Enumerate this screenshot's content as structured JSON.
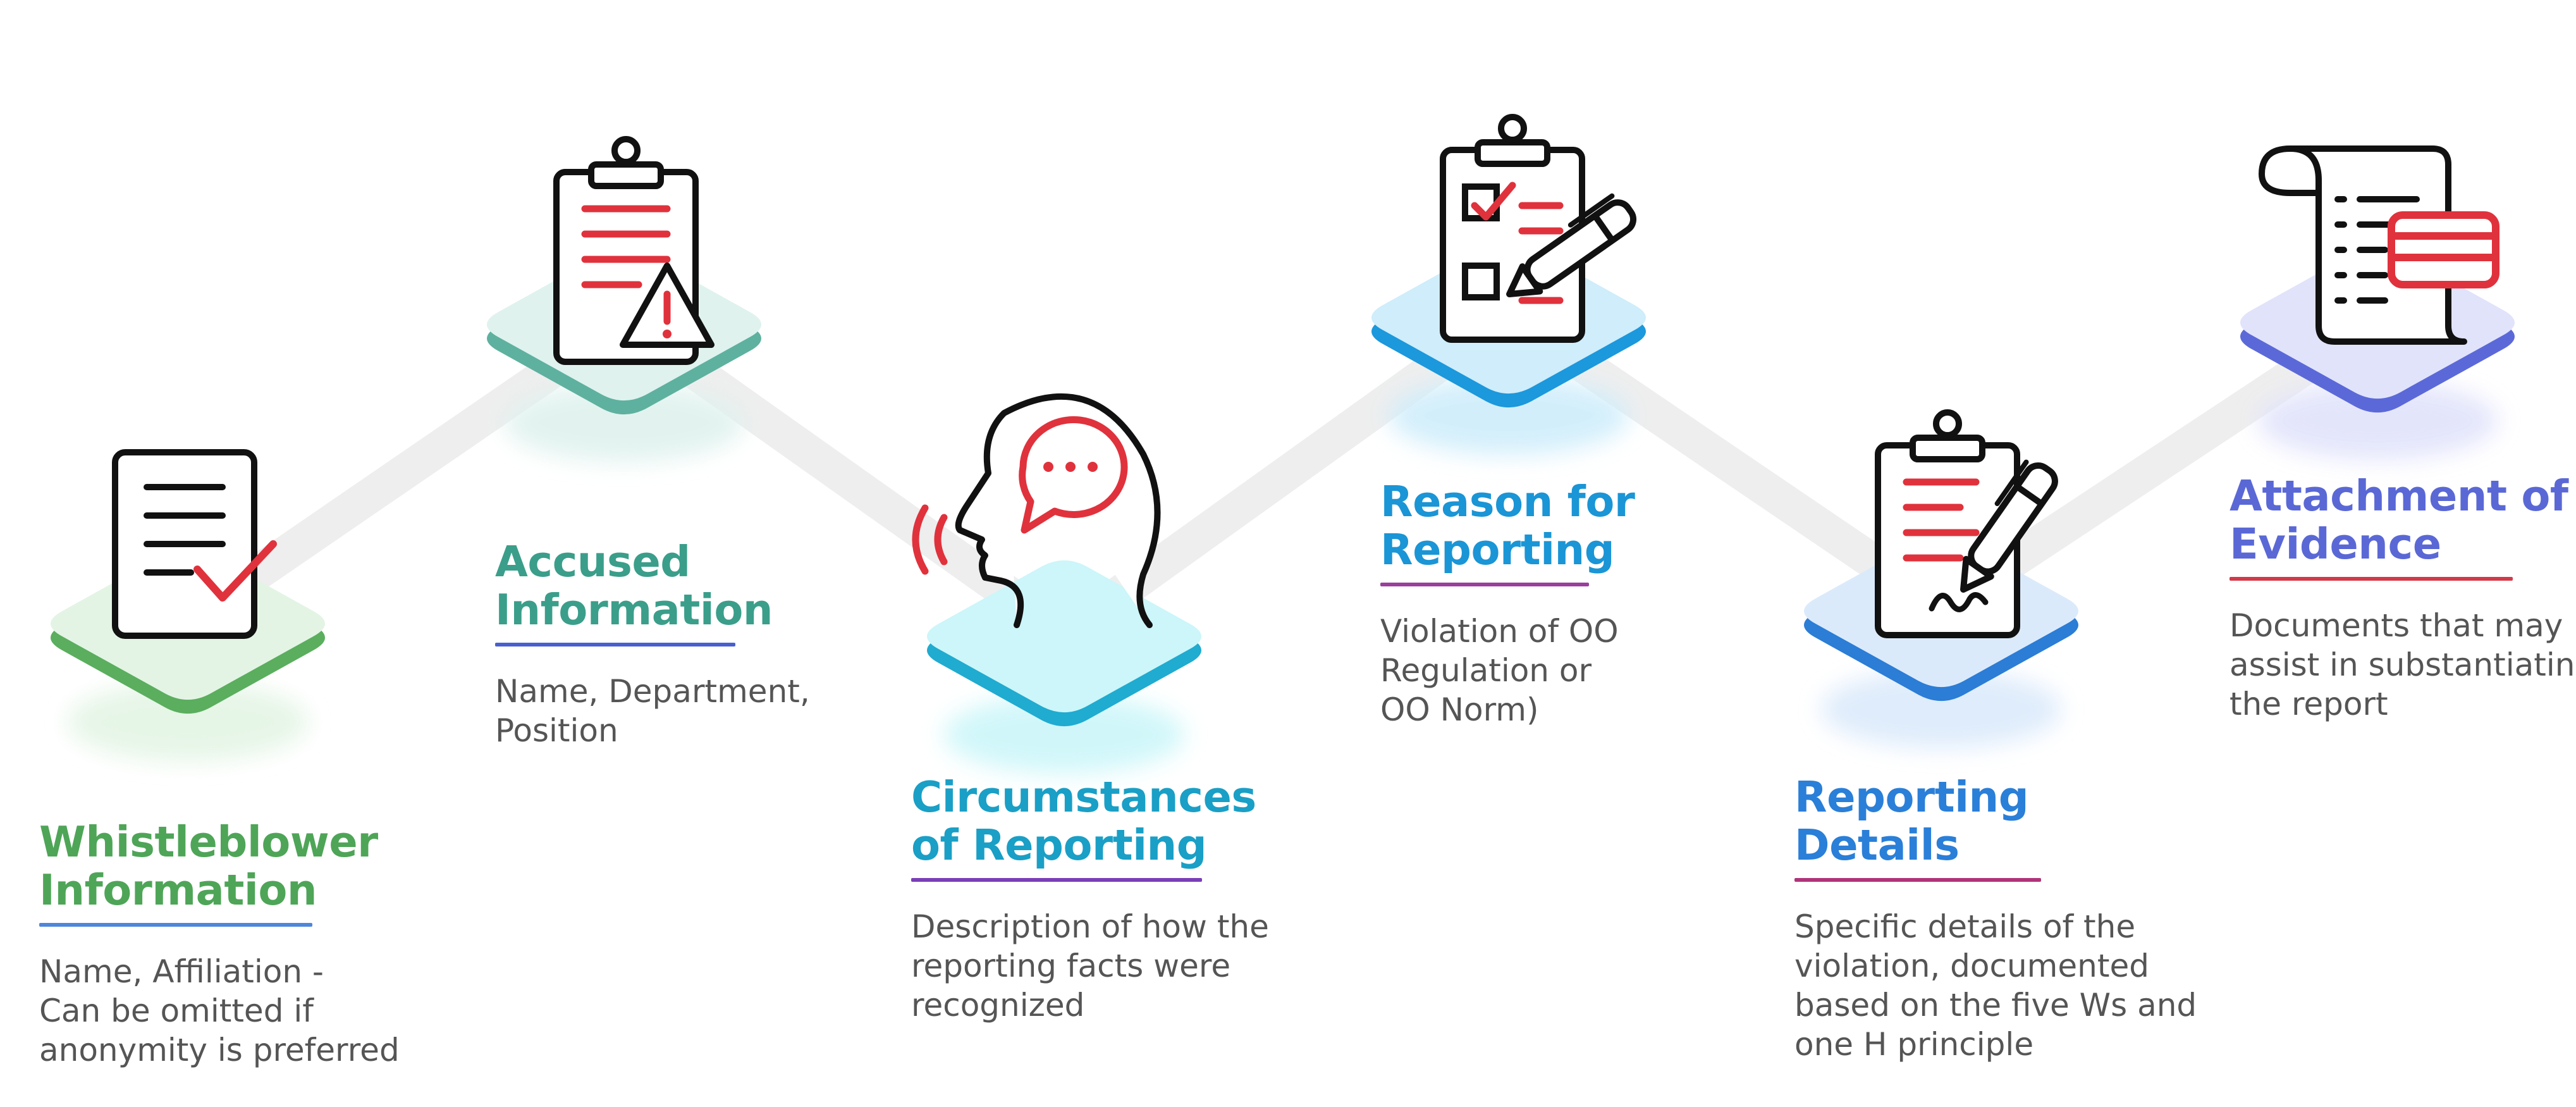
{
  "colors": {
    "dark": "#111111",
    "red": "#e0323c",
    "text": "#555555",
    "connector": "#eeeeee"
  },
  "steps": [
    {
      "id": "whistleblower-information",
      "title_lines": [
        "Whistleblower",
        "Information"
      ],
      "description_lines": [
        "Name, Affiliation -",
        "Can be omitted if",
        "anonymity is preferred"
      ],
      "icon": "document-check-icon",
      "title_color": "#4ea557",
      "underline_color": "#4f86d9",
      "tile_top": "#e3f4e4",
      "tile_edge": "#5aae5e"
    },
    {
      "id": "accused-information",
      "title_lines": [
        "Accused",
        "Information"
      ],
      "description_lines": [
        "Name, Department,",
        "Position"
      ],
      "icon": "clipboard-warning-icon",
      "title_color": "#3a9e8a",
      "underline_color": "#4a5fcf",
      "tile_top": "#dff2ee",
      "tile_edge": "#5eb19f"
    },
    {
      "id": "circumstances-of-reporting",
      "title_lines": [
        "Circumstances",
        "of Reporting"
      ],
      "description_lines": [
        "Description of how the",
        "reporting facts were",
        "recognized"
      ],
      "icon": "speaking-head-icon",
      "title_color": "#1a9fc6",
      "underline_color": "#7a3fb8",
      "tile_top": "#ccf6f9",
      "tile_edge": "#20abd0"
    },
    {
      "id": "reason-for-reporting",
      "title_lines": [
        "Reason for",
        "Reporting"
      ],
      "description_lines": [
        "Violation of OO",
        "Regulation or",
        "OO Norm)"
      ],
      "icon": "clipboard-checklist-pen-icon",
      "title_color": "#1a95d6",
      "underline_color": "#9a3f9c",
      "tile_top": "#cfedfb",
      "tile_edge": "#1c98dc"
    },
    {
      "id": "reporting-details",
      "title_lines": [
        "Reporting",
        "Details"
      ],
      "description_lines": [
        "Specific details of the",
        "violation, documented",
        "based on the five Ws and",
        "one H principle"
      ],
      "icon": "clipboard-signature-icon",
      "title_color": "#2a7fd8",
      "underline_color": "#b0347a",
      "tile_top": "#dbeafb",
      "tile_edge": "#2b7dd6"
    },
    {
      "id": "attachment-of-evidence",
      "title_lines": [
        "Attachment of",
        "Evidence"
      ],
      "description_lines": [
        "Documents that may",
        "assist in substantiating",
        "the report"
      ],
      "icon": "scroll-card-icon",
      "title_color": "#5a68d6",
      "underline_color": "#d23a4a",
      "tile_top": "#e1e3fb",
      "tile_edge": "#5b69d8"
    }
  ]
}
